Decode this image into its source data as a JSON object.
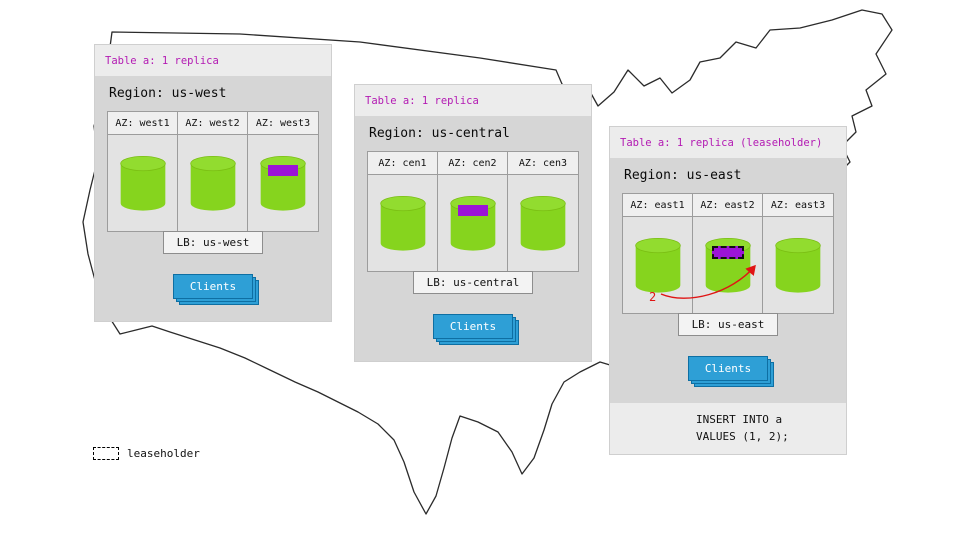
{
  "colors": {
    "page_bg": "#ffffff",
    "map_outline": "#2b2b2b",
    "panel_header_bg": "#ececec",
    "panel_body_bg": "#d6d6d6",
    "az_head_bg": "#efefef",
    "az_cell_bg": "#e3e3e3",
    "table_label": "#b31ab3",
    "cylinder_green": "#86d41e",
    "cylinder_green_top": "#92dc2f",
    "replica_purple": "#9b14d6",
    "clients_blue": "#2e9fd6",
    "clients_border": "#0e6fa3",
    "annotation_red": "#e01414"
  },
  "icons": {
    "database_cylinder": "green-database-cylinder",
    "leaseholder_swatch": "dashed-rectangle"
  },
  "legend": {
    "label": "leaseholder"
  },
  "regions": [
    {
      "table_label": "Table a: 1 replica",
      "region_label": "Region: us-west",
      "azs": [
        {
          "label": "AZ: west1",
          "replica": false,
          "leaseholder": false
        },
        {
          "label": "AZ: west2",
          "replica": false,
          "leaseholder": false
        },
        {
          "label": "AZ: west3",
          "replica": true,
          "leaseholder": false
        }
      ],
      "lb_label": "LB: us-west",
      "clients_label": "Clients"
    },
    {
      "table_label": "Table a: 1 replica",
      "region_label": "Region: us-central",
      "azs": [
        {
          "label": "AZ: cen1",
          "replica": false,
          "leaseholder": false
        },
        {
          "label": "AZ: cen2",
          "replica": true,
          "leaseholder": false
        },
        {
          "label": "AZ: cen3",
          "replica": false,
          "leaseholder": false
        }
      ],
      "lb_label": "LB: us-central",
      "clients_label": "Clients"
    },
    {
      "table_label": "Table a: 1 replica (leaseholder)",
      "region_label": "Region: us-east",
      "azs": [
        {
          "label": "AZ: east1",
          "replica": false,
          "leaseholder": false
        },
        {
          "label": "AZ: east2",
          "replica": true,
          "leaseholder": true
        },
        {
          "label": "AZ: east3",
          "replica": false,
          "leaseholder": false
        }
      ],
      "lb_label": "LB: us-east",
      "clients_label": "Clients",
      "annotation": {
        "value": "2"
      },
      "sql_line1": "INSERT INTO a",
      "sql_line2": "VALUES (1, 2);"
    }
  ]
}
